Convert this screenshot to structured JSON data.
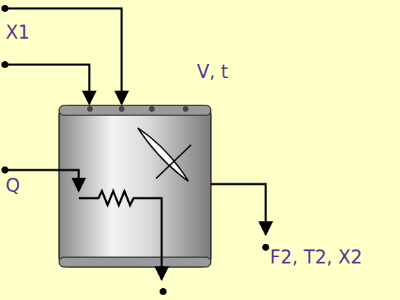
{
  "diagram": {
    "labels": [
      "X1",
      "V, t",
      "Q",
      "F2, T2, X2"
    ]
  }
}
